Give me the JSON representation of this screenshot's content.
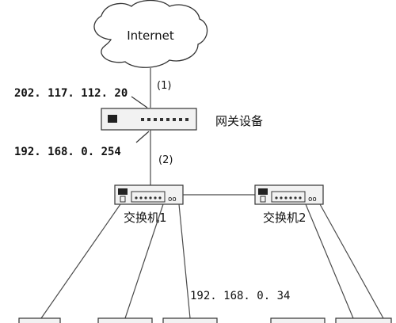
{
  "diagram": {
    "internet_label": "Internet",
    "wan_ip": "202. 117. 112. 20",
    "lan_ip": "192. 168. 0. 254",
    "link_1": "(1)",
    "link_2": "(2)",
    "gateway_label": "网关设备",
    "switch_1_label": "交换机1",
    "switch_2_label": "交换机2",
    "host_ip": "192. 168. 0. 34"
  }
}
